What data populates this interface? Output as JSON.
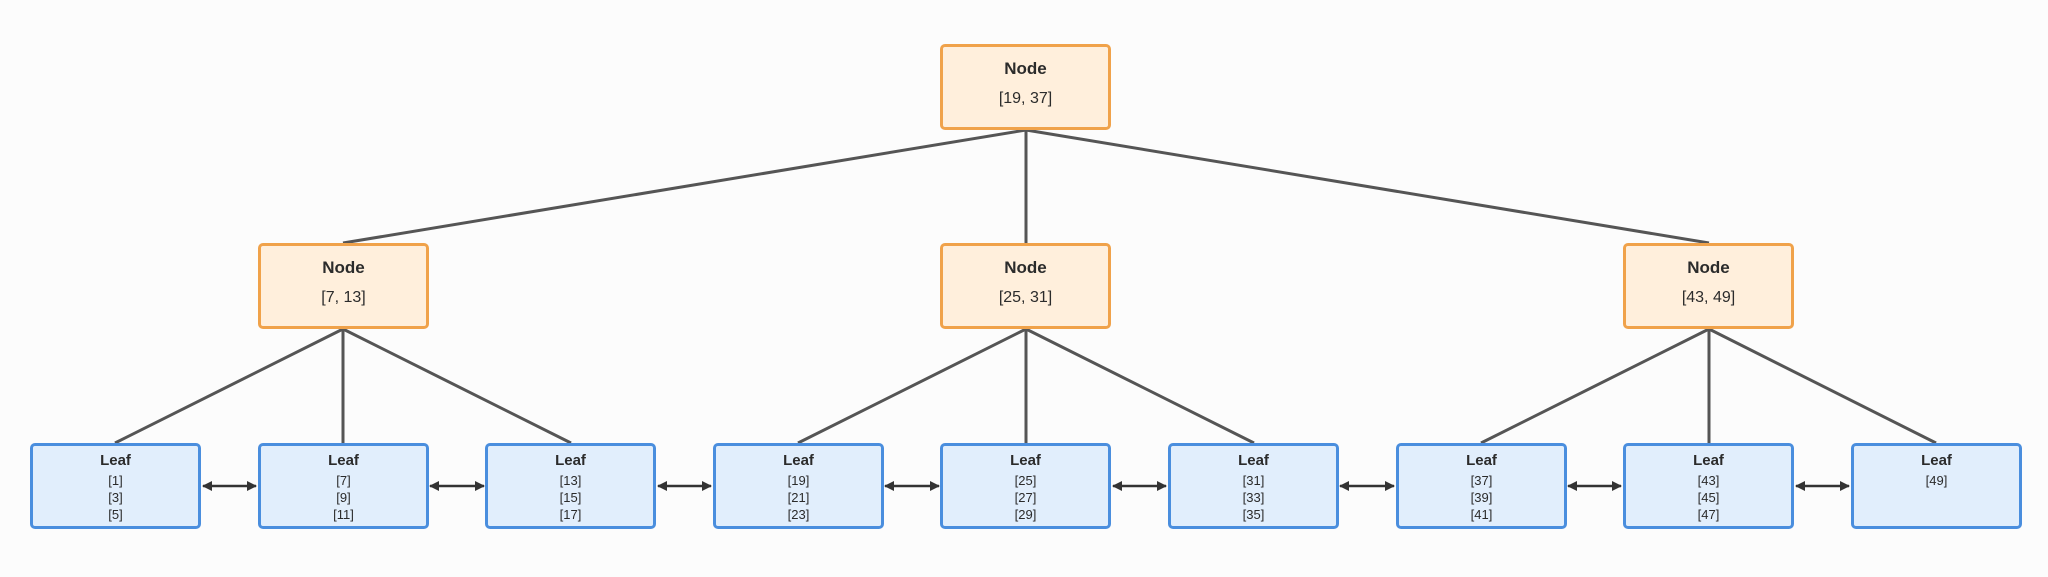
{
  "root": {
    "title": "Node",
    "keys": "[19, 37]"
  },
  "internal": [
    {
      "title": "Node",
      "keys": "[7, 13]"
    },
    {
      "title": "Node",
      "keys": "[25, 31]"
    },
    {
      "title": "Node",
      "keys": "[43, 49]"
    }
  ],
  "leaves": [
    {
      "title": "Leaf",
      "keys": [
        "[1]",
        "[3]",
        "[5]"
      ]
    },
    {
      "title": "Leaf",
      "keys": [
        "[7]",
        "[9]",
        "[11]"
      ]
    },
    {
      "title": "Leaf",
      "keys": [
        "[13]",
        "[15]",
        "[17]"
      ]
    },
    {
      "title": "Leaf",
      "keys": [
        "[19]",
        "[21]",
        "[23]"
      ]
    },
    {
      "title": "Leaf",
      "keys": [
        "[25]",
        "[27]",
        "[29]"
      ]
    },
    {
      "title": "Leaf",
      "keys": [
        "[31]",
        "[33]",
        "[35]"
      ]
    },
    {
      "title": "Leaf",
      "keys": [
        "[37]",
        "[39]",
        "[41]"
      ]
    },
    {
      "title": "Leaf",
      "keys": [
        "[43]",
        "[45]",
        "[47]"
      ]
    },
    {
      "title": "Leaf",
      "keys": [
        "[49]"
      ]
    }
  ],
  "colors": {
    "node_fill": "#ffefdc",
    "node_border": "#f0a24a",
    "leaf_fill": "#e1eefc",
    "leaf_border": "#4a8ede",
    "edge": "#555555",
    "arrow": "#333333"
  }
}
